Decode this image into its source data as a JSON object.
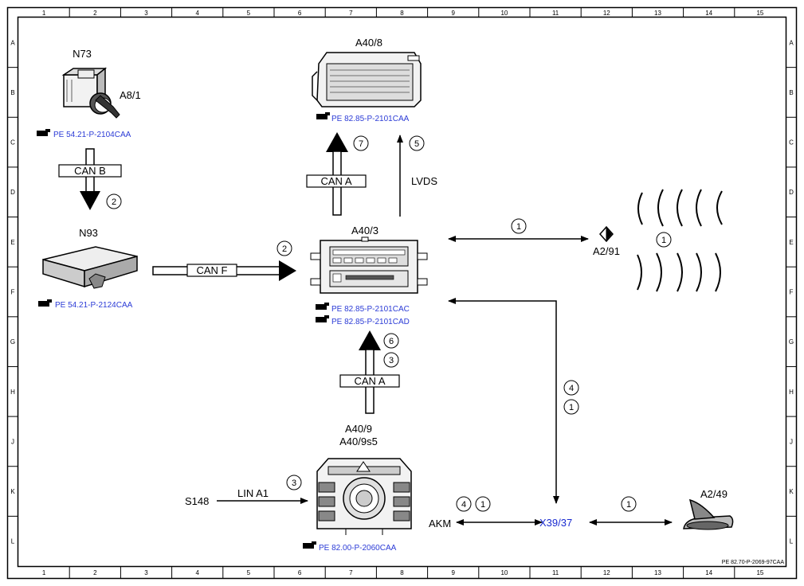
{
  "grid": {
    "columns": [
      "1",
      "2",
      "3",
      "4",
      "5",
      "6",
      "7",
      "8",
      "9",
      "10",
      "11",
      "12",
      "13",
      "14",
      "15"
    ],
    "rows": [
      "A",
      "B",
      "C",
      "D",
      "E",
      "F",
      "G",
      "H",
      "J",
      "K",
      "L"
    ]
  },
  "components": {
    "n73": "N73",
    "a8_1": "A8/1",
    "n93": "N93",
    "a40_8": "A40/8",
    "a40_3": "A40/3",
    "a2_91": "A2/91",
    "a40_9": "A40/9",
    "a40_9s5": "A40/9s5",
    "s148": "S148",
    "akm": "AKM",
    "x39_37": "X39/37",
    "a2_49": "A2/49"
  },
  "refs": {
    "n73": "PE 54.21-P-2104CAA",
    "n93": "PE 54.21-P-2124CAA",
    "a40_8": "PE 82.85-P-2101CAA",
    "a40_3_1": "PE 82.85-P-2101CAC",
    "a40_3_2": "PE 82.85-P-2101CAD",
    "a40_9": "PE 82.00-P-2060CAA"
  },
  "buses": {
    "can_b": "CAN B",
    "can_f": "CAN F",
    "can_a_top": "CAN A",
    "can_a_bottom": "CAN A",
    "lvds": "LVDS",
    "lin_a1": "LIN A1"
  },
  "markers": {
    "m_can_b": "2",
    "m_can_f": "2",
    "m_can_a_top": "7",
    "m_lvds": "5",
    "m_a2_91_link": "1",
    "m_waves": "1",
    "m_can_a_bottom_6": "6",
    "m_can_a_bottom_3": "3",
    "m_x39_4": "4",
    "m_x39_1": "1",
    "m_lin": "3",
    "m_akm_4": "4",
    "m_akm_1": "1",
    "m_a2_49": "1"
  },
  "footer": "PE 82.70-P-2069-97CAA"
}
